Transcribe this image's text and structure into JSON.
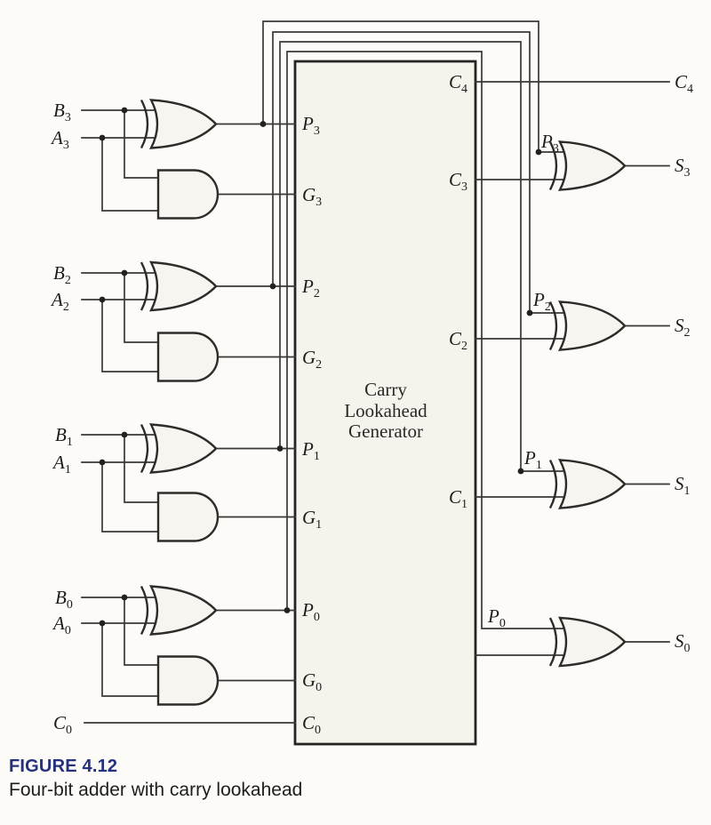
{
  "figure": {
    "type": "logic-circuit-diagram",
    "caption": {
      "label": "FIGURE 4.12",
      "title": "Four-bit adder with carry lookahead"
    }
  },
  "clg_box": {
    "title_line1": "Carry",
    "title_line2": "Lookahead",
    "title_line3": "Generator",
    "left_ports": [
      "P3",
      "G3",
      "P2",
      "G2",
      "P1",
      "G1",
      "P0",
      "G0",
      "C0"
    ],
    "right_ports": [
      "C4",
      "C3",
      "C2",
      "C1"
    ]
  },
  "inputs": [
    "B3",
    "A3",
    "B2",
    "A2",
    "B1",
    "A1",
    "B0",
    "A0",
    "C0"
  ],
  "outputs": [
    "C4",
    "S3",
    "S2",
    "S1",
    "S0"
  ],
  "gates": {
    "left": [
      "XOR+AND per bit 3..0 producing P and G"
    ],
    "right": [
      "XOR per bit producing S3..S0 from P and C"
    ]
  },
  "sig": {
    "A0": {
      "main": "A",
      "sub": "0"
    },
    "A1": {
      "main": "A",
      "sub": "1"
    },
    "A2": {
      "main": "A",
      "sub": "2"
    },
    "A3": {
      "main": "A",
      "sub": "3"
    },
    "B0": {
      "main": "B",
      "sub": "0"
    },
    "B1": {
      "main": "B",
      "sub": "1"
    },
    "B2": {
      "main": "B",
      "sub": "2"
    },
    "B3": {
      "main": "B",
      "sub": "3"
    },
    "C0": {
      "main": "C",
      "sub": "0"
    },
    "C1": {
      "main": "C",
      "sub": "1"
    },
    "C2": {
      "main": "C",
      "sub": "2"
    },
    "C3": {
      "main": "C",
      "sub": "3"
    },
    "C4": {
      "main": "C",
      "sub": "4"
    },
    "G0": {
      "main": "G",
      "sub": "0"
    },
    "G1": {
      "main": "G",
      "sub": "1"
    },
    "G2": {
      "main": "G",
      "sub": "2"
    },
    "G3": {
      "main": "G",
      "sub": "3"
    },
    "P0": {
      "main": "P",
      "sub": "0"
    },
    "P1": {
      "main": "P",
      "sub": "1"
    },
    "P2": {
      "main": "P",
      "sub": "2"
    },
    "P3": {
      "main": "P",
      "sub": "3"
    },
    "S0": {
      "main": "S",
      "sub": "0"
    },
    "S1": {
      "main": "S",
      "sub": "1"
    },
    "S2": {
      "main": "S",
      "sub": "2"
    },
    "S3": {
      "main": "S",
      "sub": "3"
    }
  },
  "palette": {
    "background": "#fcfbf8",
    "wire": "#3a3836",
    "gate_fill": "#f7f5f0",
    "box_fill": "#f5f3ec",
    "caption_blue": "#25317c",
    "text": "#1d1c1b"
  }
}
